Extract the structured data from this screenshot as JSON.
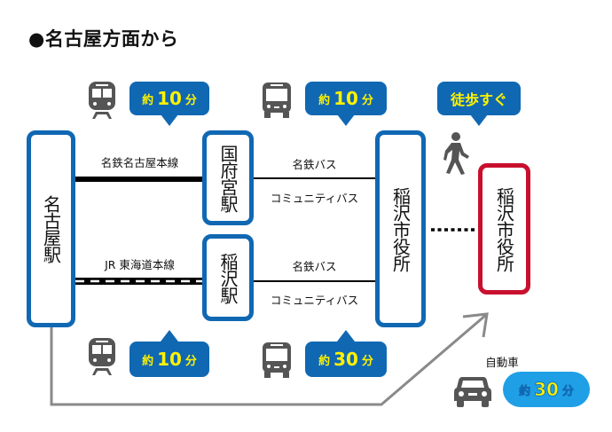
{
  "title": "●名古屋方面から",
  "colors": {
    "station_border": "#1068b3",
    "destination_border": "#c8102e",
    "bubble_bg": "#1068b3",
    "bubble_text": "#fff200",
    "car_pill_bg": "#1f9fe6",
    "arrow": "#888888",
    "icon": "#555555"
  },
  "stations": {
    "nagoya": "名古屋駅",
    "konomiya": "国府宮駅",
    "inazawa": "稲沢駅",
    "city_hall_stop": "稲沢市役所",
    "destination": "稲沢市役所"
  },
  "routes": {
    "meitetsu_line": "名鉄名古屋本線",
    "jr_line": "JR 東海道本線",
    "upper_bus_1": "名鉄バス",
    "upper_bus_2": "コミュニティバス",
    "lower_bus_1": "名鉄バス",
    "lower_bus_2": "コミュニティバス",
    "car": "自動車"
  },
  "bubbles": {
    "train_top": {
      "pre": "約",
      "num": "10",
      "post": "分"
    },
    "bus_top": {
      "pre": "約",
      "num": "10",
      "post": "分"
    },
    "walk": {
      "text": "徒歩すぐ"
    },
    "train_bottom": {
      "pre": "約",
      "num": "10",
      "post": "分"
    },
    "bus_bottom": {
      "pre": "約",
      "num": "30",
      "post": "分"
    },
    "car": {
      "pre": "約",
      "num": "30",
      "post": "分"
    }
  },
  "icons": {
    "train_top": "train-icon",
    "bus_top": "bus-icon",
    "walk": "walking-person-icon",
    "train_bottom": "train-icon",
    "bus_bottom": "bus-icon",
    "car": "car-icon"
  }
}
